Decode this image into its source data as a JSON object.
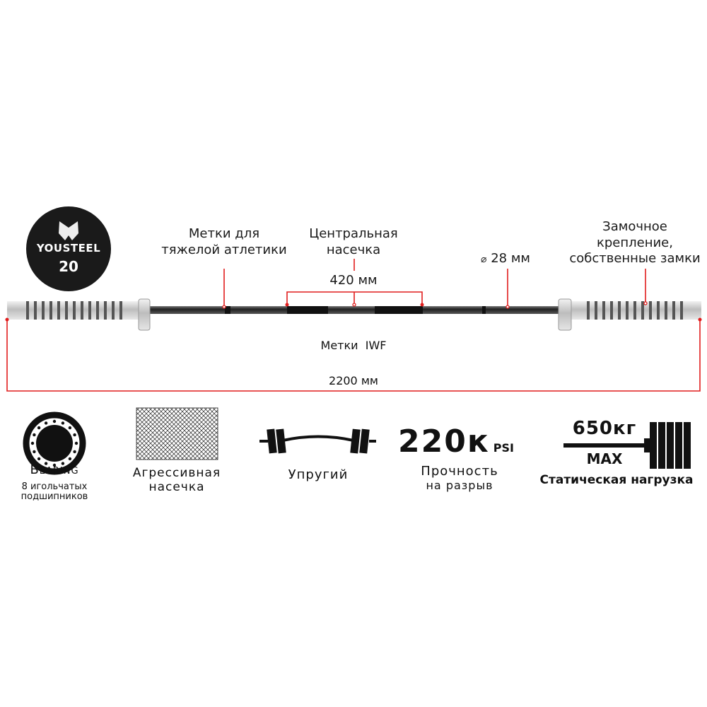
{
  "logo": {
    "brand": "YOUSTEEL",
    "weight": "20"
  },
  "annotations": {
    "weightlifting_marks": [
      "Метки для",
      "тяжелой атлетики"
    ],
    "center_knurl": [
      "Центральная",
      "насечка"
    ],
    "center_length": "420 мм",
    "diameter": "28 мм",
    "diameter_symbol": "⌀",
    "locking": [
      "Замочное",
      "крепление,",
      "собственные замки"
    ],
    "iwf_marks": "Метки  IWF",
    "total_length": "2200 мм"
  },
  "features": [
    {
      "title": "Bearing",
      "subtitle": [
        "8 игольчатых",
        "подшипников"
      ],
      "icon": "bearing-icon"
    },
    {
      "title": [
        "Агрессивная",
        "насечка"
      ],
      "icon": "knurling-icon"
    },
    {
      "title": "Упругий",
      "icon": "flexible-barbell-icon"
    },
    {
      "value": "220к",
      "unit": "PSI",
      "title": [
        "Прочность",
        "на разрыв"
      ]
    },
    {
      "value": "650кг",
      "sub": "MAX",
      "title": "Статическая нагрузка",
      "icon": "loaded-barbell-icon"
    }
  ],
  "colors": {
    "accent": "#e11d1d",
    "dark": "#1a1a1a",
    "chrome": "#c8c8c8"
  }
}
